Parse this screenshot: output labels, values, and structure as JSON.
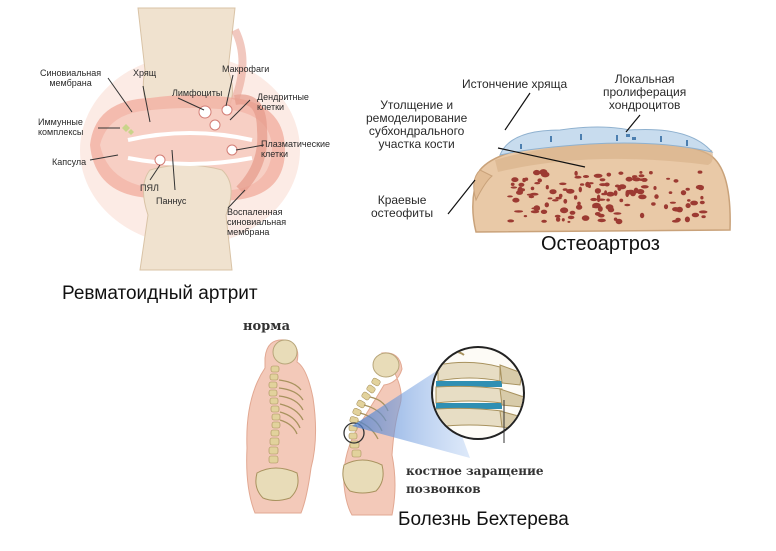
{
  "panels": {
    "ra": {
      "caption": "Ревматоидный артрит",
      "labels": {
        "synovial_membrane": "Синовиальная\nмембрана",
        "cartilage": "Хрящ",
        "immune_complexes": "Иммунные\nкомплексы",
        "capsule": "Капсула",
        "pmn": "ПЯЛ",
        "pannus": "Паннус",
        "lymphocytes": "Лимфоциты",
        "macrophages": "Макрофаги",
        "dendritic_cells": "Дендритные\nклетки",
        "plasma_cells": "Плазматические\nклетки",
        "inflamed_membrane": "Воспаленная\nсиновиальная\nмембрана"
      }
    },
    "oa": {
      "caption": "Остеоартроз",
      "labels": {
        "cartilage_thinning": "Истончение хряща",
        "chondrocyte_proliferation": "Локальная\nпролиферация\nхондроцитов",
        "subchondral_thickening": "Утолщение и\nремоделирование\nсубхондрального\nучастка кости",
        "osteophytes": "Краевые\nостеофиты"
      }
    },
    "as": {
      "caption": "Болезнь Бехтерева",
      "labels": {
        "normal": "норма",
        "bone_fusion": "костное заращение\nпозвонков"
      }
    }
  },
  "colors": {
    "skin": "#f3c9b9",
    "bone": "#e8dcb8",
    "inflamed": "#e69a8a",
    "cartilage_blue": "#c8dcee",
    "bone_tan": "#e9c9a7",
    "marrow": "#9c3a32",
    "disc_blue": "#2f8fb3"
  }
}
